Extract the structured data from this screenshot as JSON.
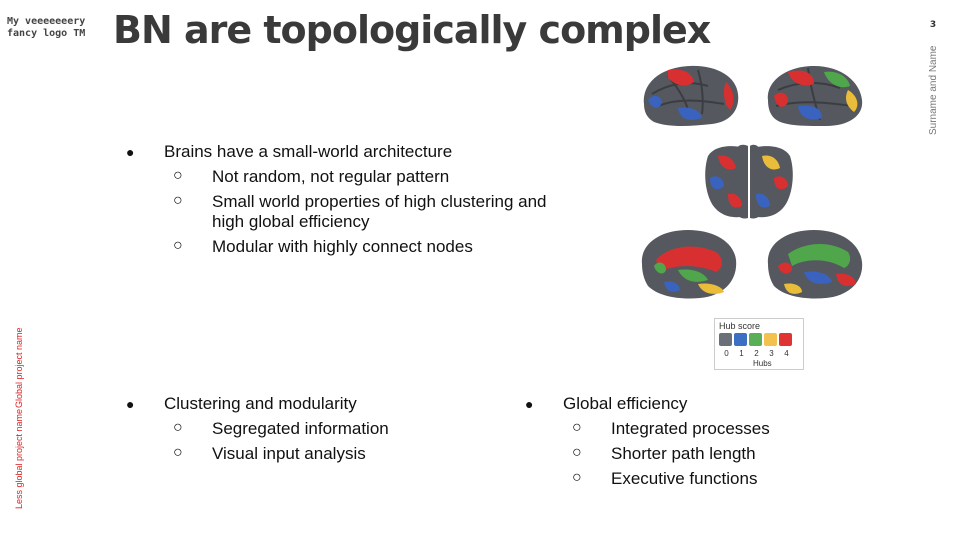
{
  "header": {
    "logo_line1": "My veeeeeeery",
    "logo_line2": "fancy logo TM",
    "title": "BN are topologically complex",
    "page_number": "3",
    "author": "Surname and Name"
  },
  "sidebar": {
    "project_line1": "Global project name",
    "project_line2": "Less global project name"
  },
  "bullets_top": {
    "main": "Brains have a small-world architecture",
    "subs": [
      "Not random, not regular pattern",
      "Small world properties of high clustering and high global efficiency",
      "Modular with highly connect nodes"
    ]
  },
  "bullets_left": {
    "main": "Clustering and modularity",
    "subs": [
      "Segregated information",
      "Visual input analysis"
    ]
  },
  "bullets_right": {
    "main": "Global efficiency",
    "subs": [
      "Integrated processes",
      "Shorter path length",
      "Executive functions"
    ]
  },
  "markers": {
    "main": "●",
    "sub": "○"
  },
  "legend": {
    "title": "Hub score",
    "scores": [
      "0",
      "1",
      "2",
      "3",
      "4"
    ],
    "caption": "Hubs",
    "colors": [
      "#6b7078",
      "#3a6fc4",
      "#5aae57",
      "#f2c14e",
      "#e03434"
    ]
  },
  "brain_colors": {
    "cortex": "#55585e",
    "sulcus": "#3b3d42",
    "blue": "#3a63c0",
    "red": "#d83030",
    "green": "#4fa64b",
    "yellow": "#e9bc3a"
  }
}
